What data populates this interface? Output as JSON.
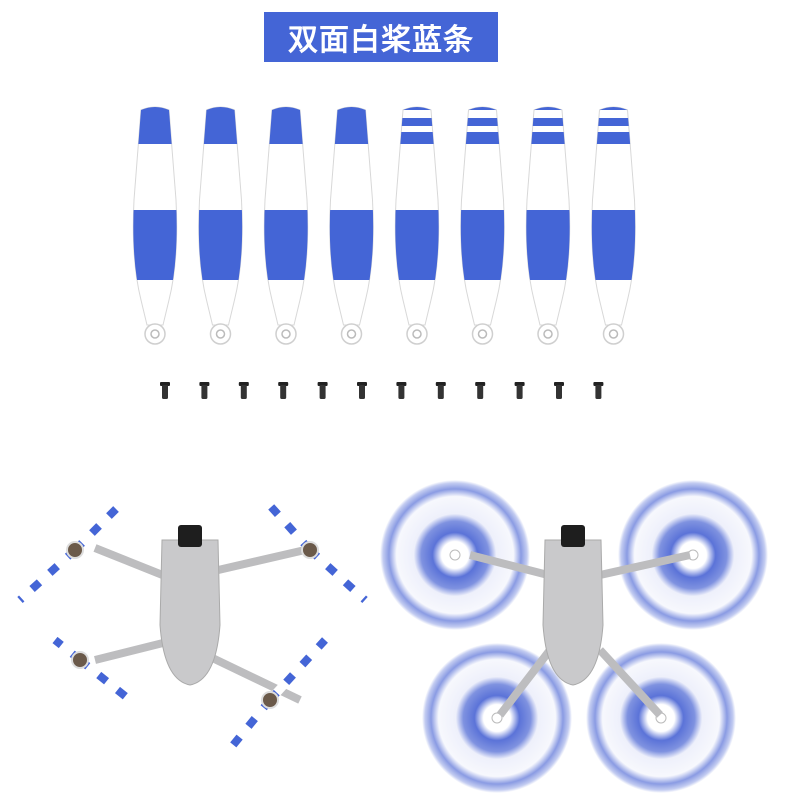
{
  "title": "双面白桨蓝条",
  "colors": {
    "blue": "#4465d6",
    "white": "#ffffff",
    "drone_gray": "#c9c9cb",
    "screw": "#222222"
  },
  "propellers": [
    {
      "style": "solid-tip"
    },
    {
      "style": "solid-tip"
    },
    {
      "style": "solid-tip"
    },
    {
      "style": "solid-tip"
    },
    {
      "style": "striped-tip"
    },
    {
      "style": "striped-tip"
    },
    {
      "style": "striped-tip"
    },
    {
      "style": "striped-tip"
    }
  ],
  "screw_count": 12
}
